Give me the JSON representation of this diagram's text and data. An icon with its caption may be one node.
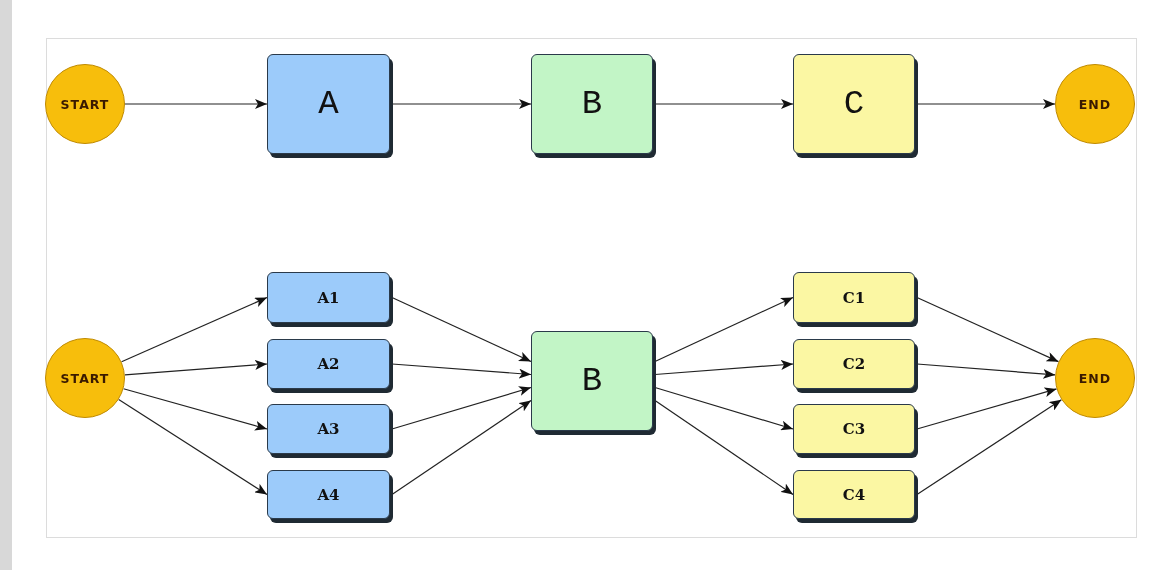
{
  "diagram": {
    "nodes": [
      {
        "text": [
          "START"
        ]
      },
      {
        "text": [
          "A"
        ]
      },
      {
        "text": [
          "B"
        ]
      },
      {
        "text": [
          "C"
        ]
      },
      {
        "text": [
          "END"
        ]
      },
      {
        "text": [
          "START"
        ]
      },
      {
        "text": [
          "A1"
        ]
      },
      {
        "text": [
          "A2"
        ]
      },
      {
        "text": [
          "A3"
        ]
      },
      {
        "text": [
          "A4"
        ]
      },
      {
        "text": [
          "B"
        ]
      },
      {
        "text": [
          "C1"
        ]
      },
      {
        "text": [
          "C2"
        ]
      },
      {
        "text": [
          "C3"
        ]
      },
      {
        "text": [
          "C4"
        ]
      },
      {
        "text": [
          "END"
        ]
      }
    ],
    "edges": [
      {
        "from": 0,
        "to": 1,
        "arrow": "to"
      },
      {
        "from": 1,
        "to": 2,
        "arrow": "to"
      },
      {
        "from": 2,
        "to": 3,
        "arrow": "to"
      },
      {
        "from": 3,
        "to": 4,
        "arrow": "to"
      },
      {
        "from": 5,
        "to": 6,
        "arrow": "to"
      },
      {
        "from": 5,
        "to": 7,
        "arrow": "to"
      },
      {
        "from": 5,
        "to": 8,
        "arrow": "to"
      },
      {
        "from": 5,
        "to": 9,
        "arrow": "to"
      },
      {
        "from": 6,
        "to": 10,
        "arrow": "to"
      },
      {
        "from": 7,
        "to": 10,
        "arrow": "to"
      },
      {
        "from": 8,
        "to": 10,
        "arrow": "to"
      },
      {
        "from": 9,
        "to": 10,
        "arrow": "to"
      },
      {
        "from": 10,
        "to": 11,
        "arrow": "to"
      },
      {
        "from": 10,
        "to": 12,
        "arrow": "to"
      },
      {
        "from": 10,
        "to": 13,
        "arrow": "to"
      },
      {
        "from": 10,
        "to": 14,
        "arrow": "to"
      },
      {
        "from": 11,
        "to": 15,
        "arrow": "to"
      },
      {
        "from": 12,
        "to": 15,
        "arrow": "to"
      },
      {
        "from": 13,
        "to": 15,
        "arrow": "to"
      },
      {
        "from": 14,
        "to": 15,
        "arrow": "to"
      }
    ]
  }
}
